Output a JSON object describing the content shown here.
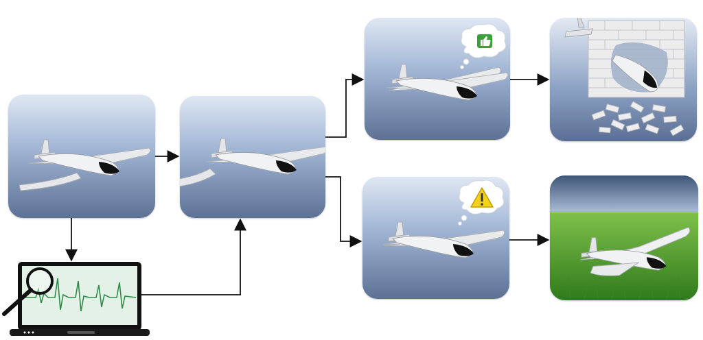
{
  "diagram": {
    "nodes": [
      {
        "id": "intact-aircraft",
        "icon": "airplane-icon"
      },
      {
        "id": "damaged-wing-aircraft",
        "icon": "airplane-broken-wing-icon"
      },
      {
        "id": "monitoring-laptop",
        "icon": "laptop-signal-magnifier-icon"
      },
      {
        "id": "aircraft-approved",
        "icon": "thumbs-up-icon"
      },
      {
        "id": "aircraft-warning",
        "icon": "warning-icon"
      },
      {
        "id": "crash-into-wall",
        "icon": "brick-wall-crash-icon"
      },
      {
        "id": "safe-landing-grass",
        "icon": "grass-landing-icon"
      }
    ],
    "edges": [
      {
        "from": "intact-aircraft",
        "to": "damaged-wing-aircraft"
      },
      {
        "from": "intact-aircraft",
        "to": "monitoring-laptop"
      },
      {
        "from": "monitoring-laptop",
        "to": "damaged-wing-aircraft"
      },
      {
        "from": "damaged-wing-aircraft",
        "to": "aircraft-approved"
      },
      {
        "from": "damaged-wing-aircraft",
        "to": "aircraft-warning"
      },
      {
        "from": "aircraft-approved",
        "to": "crash-into-wall"
      },
      {
        "from": "aircraft-warning",
        "to": "safe-landing-grass"
      }
    ],
    "colors": {
      "panel_top": "#dfe7f3",
      "panel_bottom": "#5c7194",
      "arrow": "#111111",
      "signal_trace": "#2f8a4a",
      "thumbs_badge": "#3aa13a",
      "warning_fill": "#f3d21c",
      "grass": "#4f9a2a",
      "sky": "#49607f"
    }
  }
}
